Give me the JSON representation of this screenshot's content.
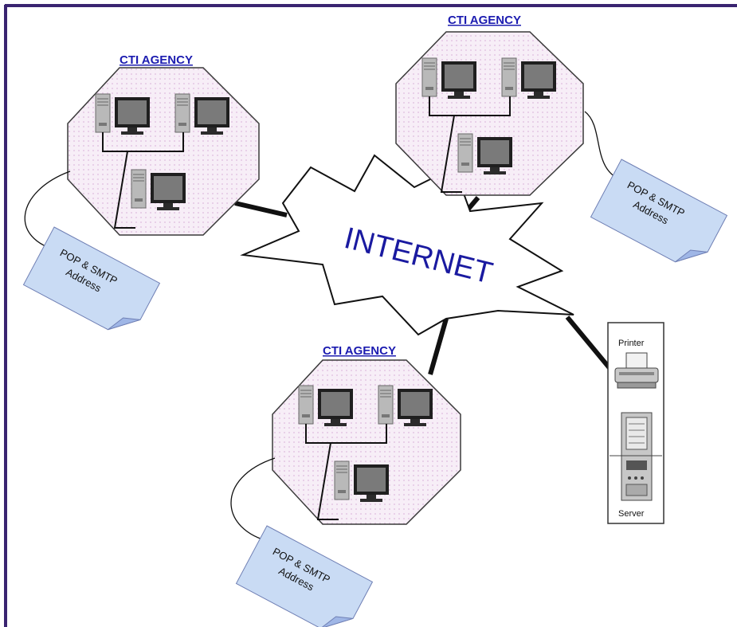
{
  "diagram": {
    "internet_label": "INTERNET",
    "agencies": [
      {
        "title": "CTI AGENCY",
        "note_lines": [
          "POP & SMTP",
          "Address"
        ]
      },
      {
        "title": "CTI AGENCY",
        "note_lines": [
          "POP & SMTP",
          "Address"
        ]
      },
      {
        "title": "CTI AGENCY",
        "note_lines": [
          "POP & SMTP",
          "Address"
        ]
      }
    ],
    "server_box": {
      "printer_label": "Printer",
      "server_label": "Server"
    }
  },
  "colors": {
    "frame": "#3a2470",
    "octagon_fill": "#f7eef7",
    "octagon_dot": "#e3c7e3",
    "note_fill": "#c9dbf4",
    "note_fold": "#9fb6e6",
    "internet_text": "#1a1aa0",
    "agency_title": "#1c1cb0",
    "link": "#111111"
  },
  "icons": [
    "computer-icon",
    "printer-icon",
    "server-icon"
  ]
}
